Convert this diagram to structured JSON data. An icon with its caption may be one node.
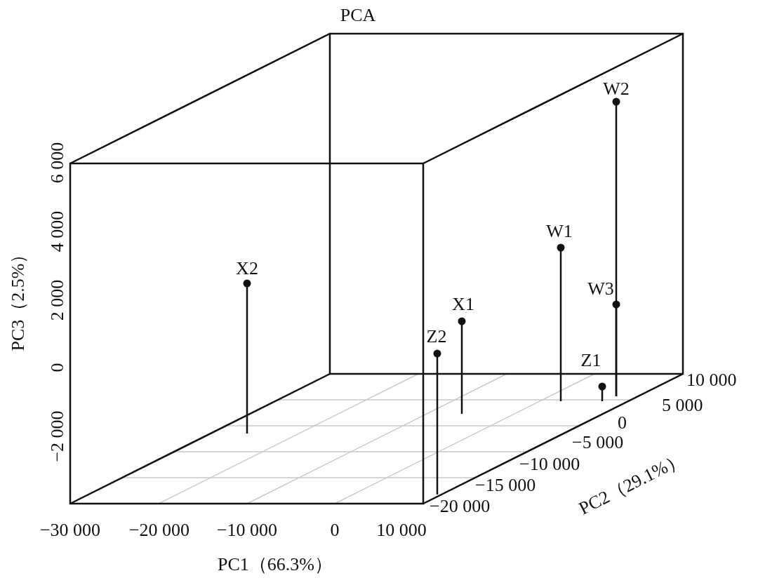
{
  "diagram": {
    "title": "PCA",
    "labels": [
      "6 000",
      "4 000",
      "2 000",
      "0",
      "−2 000",
      "PC3（2.5%）",
      "W2",
      "W1",
      "X2",
      "W3",
      "X1",
      "Z2",
      "Z1",
      "10 000",
      "5 000",
      "0",
      "−5 000",
      "−10 000",
      "−15 000",
      "−20 000",
      "PC2（29.1%）",
      "−30 000",
      "−20 000",
      "−10 000",
      "0",
      "10 000",
      "PC1（66.3%）"
    ]
  }
}
